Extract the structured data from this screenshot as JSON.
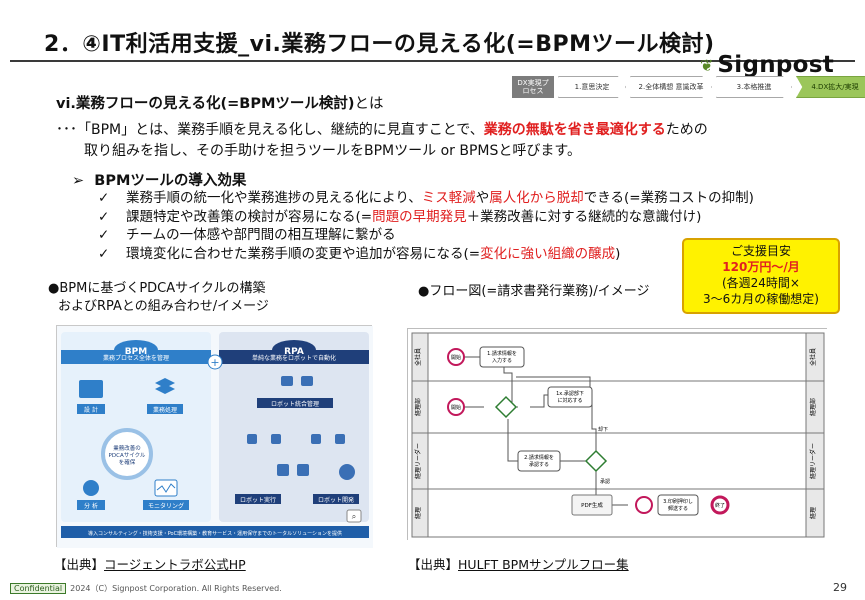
{
  "title": "2．④IT利活用支援_vi.業務フローの見える化(=BPMツール検討)",
  "logo": {
    "name": "Signpost"
  },
  "process_steps": {
    "head": "DX実現プロセス",
    "items": [
      "1.意思決定",
      "2.全体構想 意識改革",
      "3.本格推進",
      "4.DX拡大/実現"
    ],
    "active_index": 3
  },
  "subheading": {
    "bold": "vi.業務フローの見える化(=BPMツール検討)",
    "normal": "とは"
  },
  "description": {
    "pre": "･･･「BPM」とは、業務手順を見える化し、継続的に見直すことで、",
    "emphasis": "業務の無駄を省き最適化する",
    "post": "ための",
    "line2": "取り組みを指し、その手助けを担うツールをBPMツール or BPMSと呼びます。"
  },
  "effects": {
    "title": "BPMツールの導入効果",
    "items": [
      {
        "a": "業務手順の統一化や業務進捗の見える化により、",
        "r1": "ミス軽減",
        "b": "や",
        "r2": "属人化から脱却",
        "c": "できる(=業務コストの抑制)"
      },
      {
        "a": "課題特定や改善策の検討が容易になる(=",
        "r1": "問題の早期発見",
        "b": "＋業務改善に対する継続的な意識付け)",
        "r2": "",
        "c": ""
      },
      {
        "a": "チームの一体感や部門間の相互理解に繋がる",
        "r1": "",
        "b": "",
        "r2": "",
        "c": ""
      },
      {
        "a": "環境変化に合わせた業務手順の変更や追加が容易になる(=",
        "r1": "変化に強い組織の醸成",
        "b": ")",
        "r2": "",
        "c": ""
      }
    ]
  },
  "support_box": {
    "label": "ご支援目安",
    "amount": "120万円～/月",
    "note1": "(各週24時間×",
    "note2": "3～6カ月の稼働想定)"
  },
  "left_caption": {
    "line1": "●BPMに基づくPDCAサイクルの構築",
    "line2": "およびRPAとの組み合わせ/イメージ"
  },
  "right_caption": "●フロー図(=請求書発行業務)/イメージ",
  "left_diagram": {
    "bpm_title": "BPM",
    "bpm_sub": "業務プロセス全体を管理",
    "rpa_title": "RPA",
    "rpa_sub": "単純な業務をロボットで自動化",
    "design": "設 計",
    "run": "業務処理",
    "analysis": "分 析",
    "monitoring": "モニタリング",
    "center": "業務改善の PDCAサイクル を確保",
    "robot_mgmt": "ロボット統合管理",
    "robot_run": "ロボット実行",
    "robot_dev": "ロボット開発",
    "bottom": "導入コンサルティング・技術支援・PoC環境構築・教育サービス・運用保守までのトータルソリューションを提供"
  },
  "right_diagram": {
    "lanes": [
      "全社員",
      "経理部",
      "経理リーダー",
      "経理"
    ],
    "start1": "開始",
    "task1": "1.請求情報を 入力する",
    "start2": "開始",
    "task3": "1x.承認部下 に対応する",
    "task2": "2.請求情報を 承認する",
    "reject": "却下",
    "approve": "承認",
    "pdf": "PDF生成",
    "task4": "3.印刷押印し 郵送する",
    "end": "終了"
  },
  "sources": {
    "left_prefix": "【出典】",
    "left_link": "コージェントラボ公式HP",
    "right_prefix": "【出典】",
    "right_link": "HULFT BPMサンプルフロー集"
  },
  "footer": {
    "confidential": "Confidential",
    "copyright": "2024（C）Signpost Corporation. All Rights Reserved.",
    "page": "29"
  }
}
